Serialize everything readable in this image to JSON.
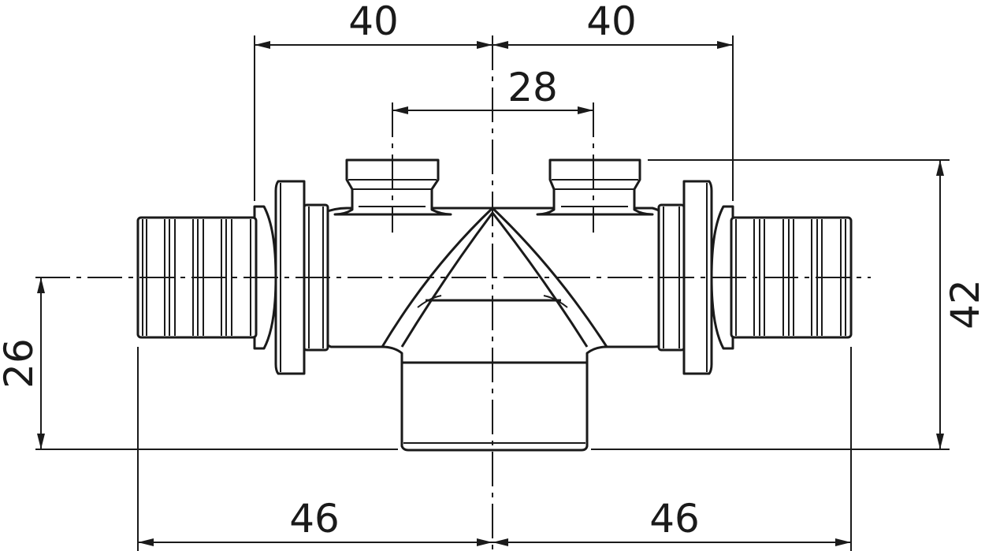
{
  "colors": {
    "line": "#1a1a1a",
    "background": "#ffffff"
  },
  "dimensions": {
    "top_left": "40",
    "top_right": "40",
    "inner_center": "28",
    "left_height": "26",
    "right_height": "42",
    "bottom_left": "46",
    "bottom_right": "46"
  }
}
